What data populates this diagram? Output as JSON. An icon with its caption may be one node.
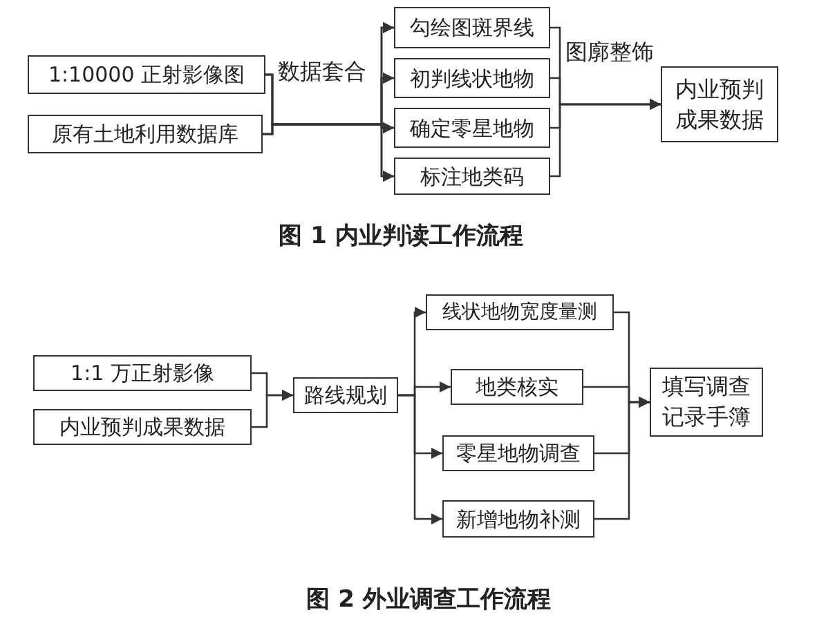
{
  "diagram": {
    "nodes": [
      {
        "text": [
          "1:10000 正射影像图"
        ]
      },
      {
        "text": [
          "原有土地利用数据库"
        ]
      },
      {
        "text": [
          "勾绘图斑界线"
        ]
      },
      {
        "text": [
          "初判线状地物"
        ]
      },
      {
        "text": [
          "确定零星地物"
        ]
      },
      {
        "text": [
          "标注地类码"
        ]
      },
      {
        "text": [
          "内业预判成果数据"
        ]
      },
      {
        "text": [
          "1:1 万正射影像"
        ]
      },
      {
        "text": [
          "内业预判成果数据"
        ]
      },
      {
        "text": [
          "路线规划"
        ]
      },
      {
        "text": [
          "线状地物宽度量测"
        ]
      },
      {
        "text": [
          "地类核实"
        ]
      },
      {
        "text": [
          "零星地物调查"
        ]
      },
      {
        "text": [
          "新增地物补测"
        ]
      },
      {
        "text": [
          "填写调查记录手簿"
        ]
      }
    ],
    "edges": [
      {
        "from": 0,
        "to": 2,
        "arrow": "to",
        "label": "数据套合"
      },
      {
        "from": 0,
        "to": 3,
        "arrow": "to"
      },
      {
        "from": 0,
        "to": 4,
        "arrow": "to"
      },
      {
        "from": 0,
        "to": 5,
        "arrow": "to"
      },
      {
        "from": 1,
        "to": 2,
        "arrow": "to"
      },
      {
        "from": 1,
        "to": 3,
        "arrow": "to"
      },
      {
        "from": 1,
        "to": 4,
        "arrow": "to"
      },
      {
        "from": 1,
        "to": 5,
        "arrow": "to"
      },
      {
        "from": 2,
        "to": 6,
        "arrow": "to",
        "label": "图廓整饰"
      },
      {
        "from": 3,
        "to": 6,
        "arrow": "to"
      },
      {
        "from": 4,
        "to": 6,
        "arrow": "to"
      },
      {
        "from": 5,
        "to": 6,
        "arrow": "to"
      },
      {
        "from": 7,
        "to": 9,
        "arrow": "to"
      },
      {
        "from": 8,
        "to": 9,
        "arrow": "to"
      },
      {
        "from": 9,
        "to": 10,
        "arrow": "to"
      },
      {
        "from": 9,
        "to": 11,
        "arrow": "to"
      },
      {
        "from": 9,
        "to": 12,
        "arrow": "to"
      },
      {
        "from": 9,
        "to": 13,
        "arrow": "to"
      },
      {
        "from": 10,
        "to": 14,
        "arrow": "to"
      },
      {
        "from": 11,
        "to": 14,
        "arrow": "to"
      },
      {
        "from": 12,
        "to": 14,
        "arrow": "to"
      },
      {
        "from": 13,
        "to": 14,
        "arrow": "to"
      }
    ],
    "labels": [
      "图 1 内业判读工作流程",
      "图 2 外业调查工作流程"
    ]
  }
}
